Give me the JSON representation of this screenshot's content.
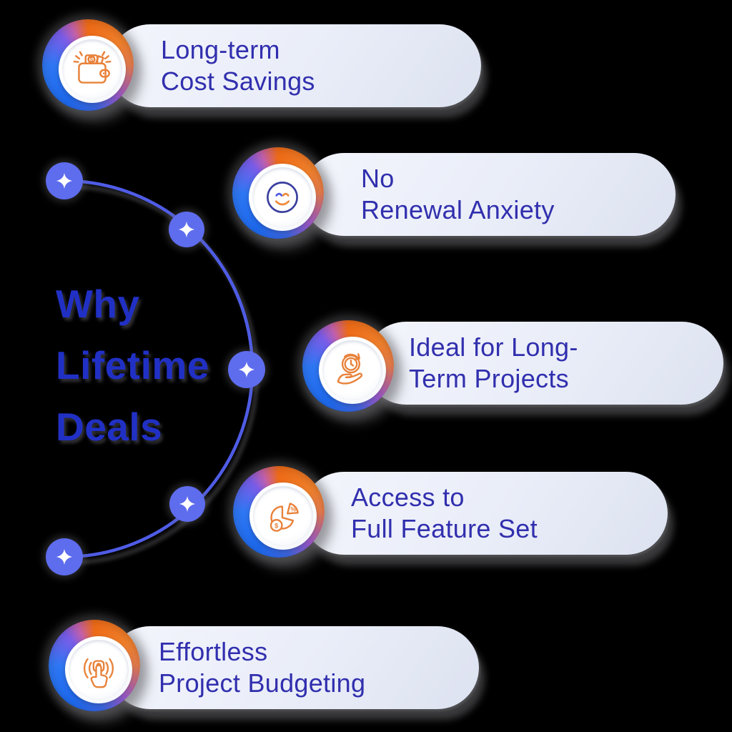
{
  "background_color": "#000000",
  "title": {
    "lines": [
      "Why",
      "Lifetime",
      "Deals"
    ],
    "color": "#2130c4"
  },
  "items": [
    {
      "icon": "wallet-icon",
      "line1": "Long-term",
      "line2": "Cost Savings"
    },
    {
      "icon": "smiley-icon",
      "line1": "No",
      "line2": "Renewal Anxiety"
    },
    {
      "icon": "hand-clock-icon",
      "line1": "Ideal for Long-",
      "line2": "Term Projects"
    },
    {
      "icon": "pie-chart-icon",
      "line1": "Access to",
      "line2": "Full Feature Set"
    },
    {
      "icon": "tap-finger-icon",
      "line1": "Effortless",
      "line2": "Project Budgeting"
    }
  ],
  "colors": {
    "card_background": "#e9edf8",
    "card_text": "#312fae",
    "title_text": "#2130c4",
    "connector_line": "#4f5ce6",
    "sparkle_node": "#5e6cee",
    "icon_accent_orange": "#e8823a",
    "icon_accent_navy": "#3a3f9e",
    "icon_accent_blue": "#4d5ae0",
    "ring_gradient": [
      "#ed6a16",
      "#9a5ce0",
      "#2470f2"
    ]
  }
}
